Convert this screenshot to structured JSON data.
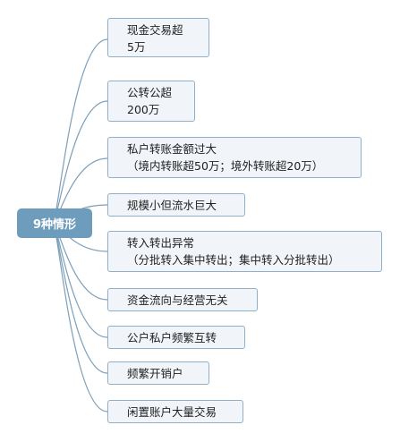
{
  "diagram": {
    "root": {
      "label": "9种情形"
    },
    "colors": {
      "root_fill": "#6e9cbc",
      "node_fill": "#f1f5f9",
      "node_border": "#8fb0c8",
      "connector": "#7d9fb8"
    },
    "branches": [
      {
        "lines": [
          "现金交易超",
          "5万"
        ]
      },
      {
        "lines": [
          "公转公超",
          "200万"
        ]
      },
      {
        "lines": [
          "私户转账金额过大",
          "（境内转账超50万；境外转账超20万）"
        ]
      },
      {
        "lines": [
          "规模小但流水巨大"
        ]
      },
      {
        "lines": [
          "转入转出异常",
          "（分批转入集中转出；集中转入分批转出）"
        ]
      },
      {
        "lines": [
          "资金流向与经营无关"
        ]
      },
      {
        "lines": [
          "公户私户频繁互转"
        ]
      },
      {
        "lines": [
          "频繁开销户"
        ]
      },
      {
        "lines": [
          "闲置账户大量交易"
        ]
      }
    ]
  }
}
